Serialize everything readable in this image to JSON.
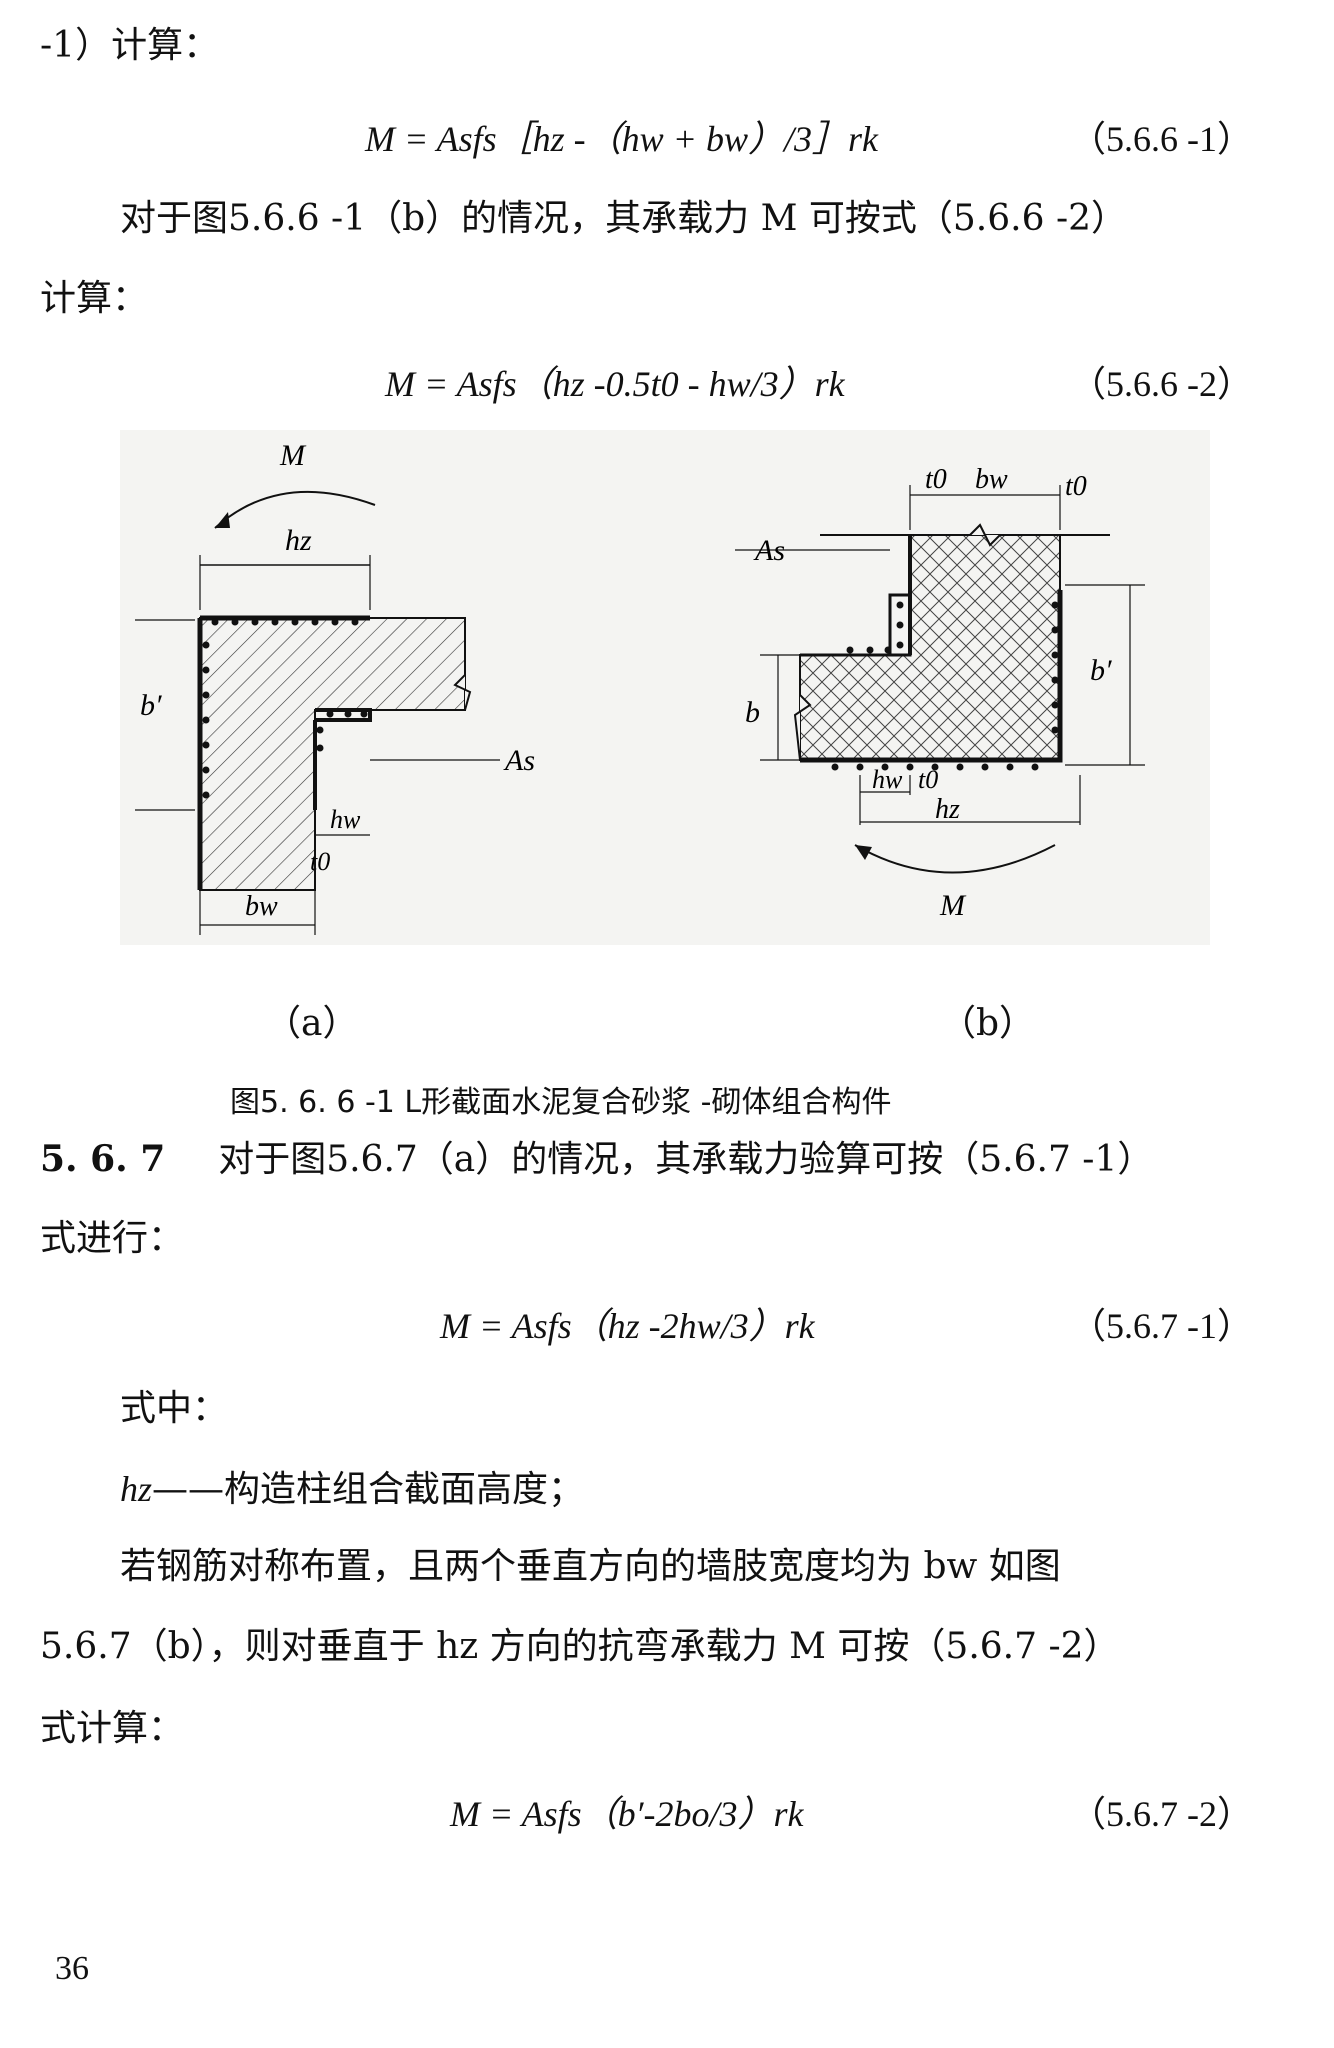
{
  "lines": {
    "l1": "-1）计算：",
    "eq1": "M = Asfs［hz -（hw + bw）/3］rk",
    "eq1_num": "（5.6.6 -1）",
    "p2a": "对于图5.6.6 -1（b）的情况，其承载力 M 可按式（5.6.6 -2）",
    "p2b": "计算：",
    "eq2": "M = Asfs（hz -0.5t0 - hw/3）rk",
    "eq2_num": "（5.6.6 -2）"
  },
  "figure": {
    "label_a": "（a）",
    "label_b": "（b）",
    "caption": "图5. 6. 6 -1   L形截面水泥复合砂浆 -砌体组合构件",
    "a": {
      "M": "M",
      "hz": "hz",
      "b_prime": "b′",
      "As": "As",
      "hw": "hw",
      "t0": "t0",
      "bw": "bw"
    },
    "b": {
      "t0_left": "t0",
      "bw": "bw",
      "t0_right": "t0",
      "As": "As",
      "b_prime": "b′",
      "b": "b",
      "hw": "hw",
      "t0": "t0",
      "hz": "hz",
      "M": "M"
    }
  },
  "section": {
    "number": "5. 6. 7",
    "text1": "对于图5.6.7（a）的情况，其承载力验算可按（5.6.7 -1）",
    "text2": "式进行：",
    "eq3": "M = Asfs（hz -2hw/3）rk",
    "eq3_num": "（5.6.7 -1）",
    "where": "式中：",
    "def_sym": "hz",
    "def_text": "——构造柱组合截面高度；",
    "p4a": "若钢筋对称布置，且两个垂直方向的墙肢宽度均为 bw 如图",
    "p4b": "5.6.7（b），则对垂直于 hz 方向的抗弯承载力 M 可按（5.6.7 -2）",
    "p4c": "式计算：",
    "eq4": "M = Asfs（b′-2bo/3）rk",
    "eq4_num": "（5.6.7 -2）"
  },
  "page_number": "36"
}
